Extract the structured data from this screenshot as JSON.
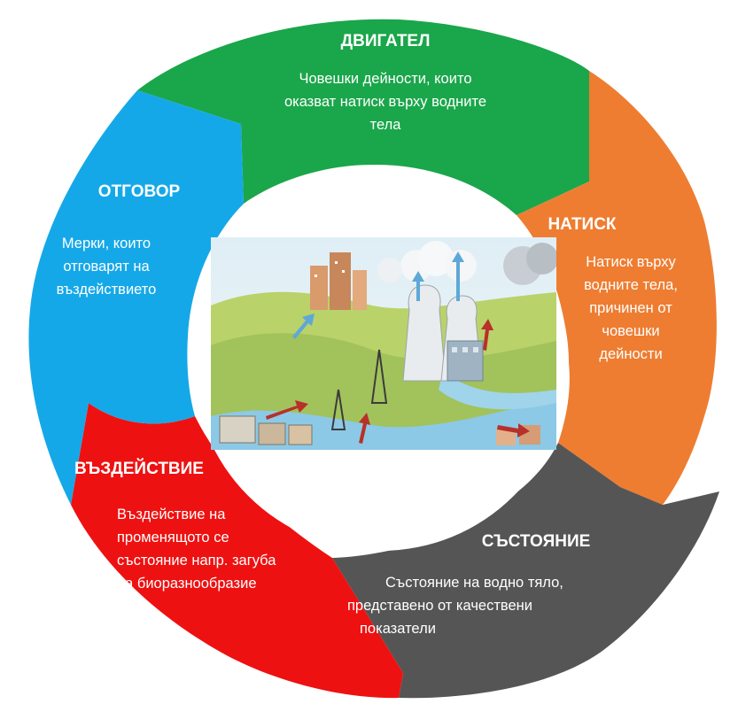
{
  "colors": {
    "driver": "#1aa64a",
    "pressure": "#ee7d31",
    "state": "#555555",
    "impact": "#ee1111",
    "response": "#15a8e8",
    "text": "#ffffff"
  },
  "segments": {
    "driver": {
      "title": "ДВИГАТЕЛ",
      "lines": [
        "Човешки дейности, които",
        "оказват натиск върху водните",
        "тела"
      ]
    },
    "pressure": {
      "title": "НАТИСК",
      "lines": [
        "Натиск върху",
        "водните тела,",
        "причинен от",
        "човешки",
        "дейности"
      ]
    },
    "state": {
      "title": "СЪСТОЯНИЕ",
      "lines": [
        "Състояние на водно тяло,",
        "представено от качествени",
        "показатели"
      ]
    },
    "impact": {
      "title": "ВЪЗДЕЙСТВИЕ",
      "lines": [
        "Въздействие на",
        "променящото се",
        "състояние напр. загуба",
        "на  биоразнообразие"
      ]
    },
    "response": {
      "title": "ОТГОВОР",
      "lines": [
        "Мерки, които",
        "отговарят на",
        "въздействието"
      ]
    }
  },
  "illustration": {
    "icon": "industrial-landscape-illustration"
  }
}
